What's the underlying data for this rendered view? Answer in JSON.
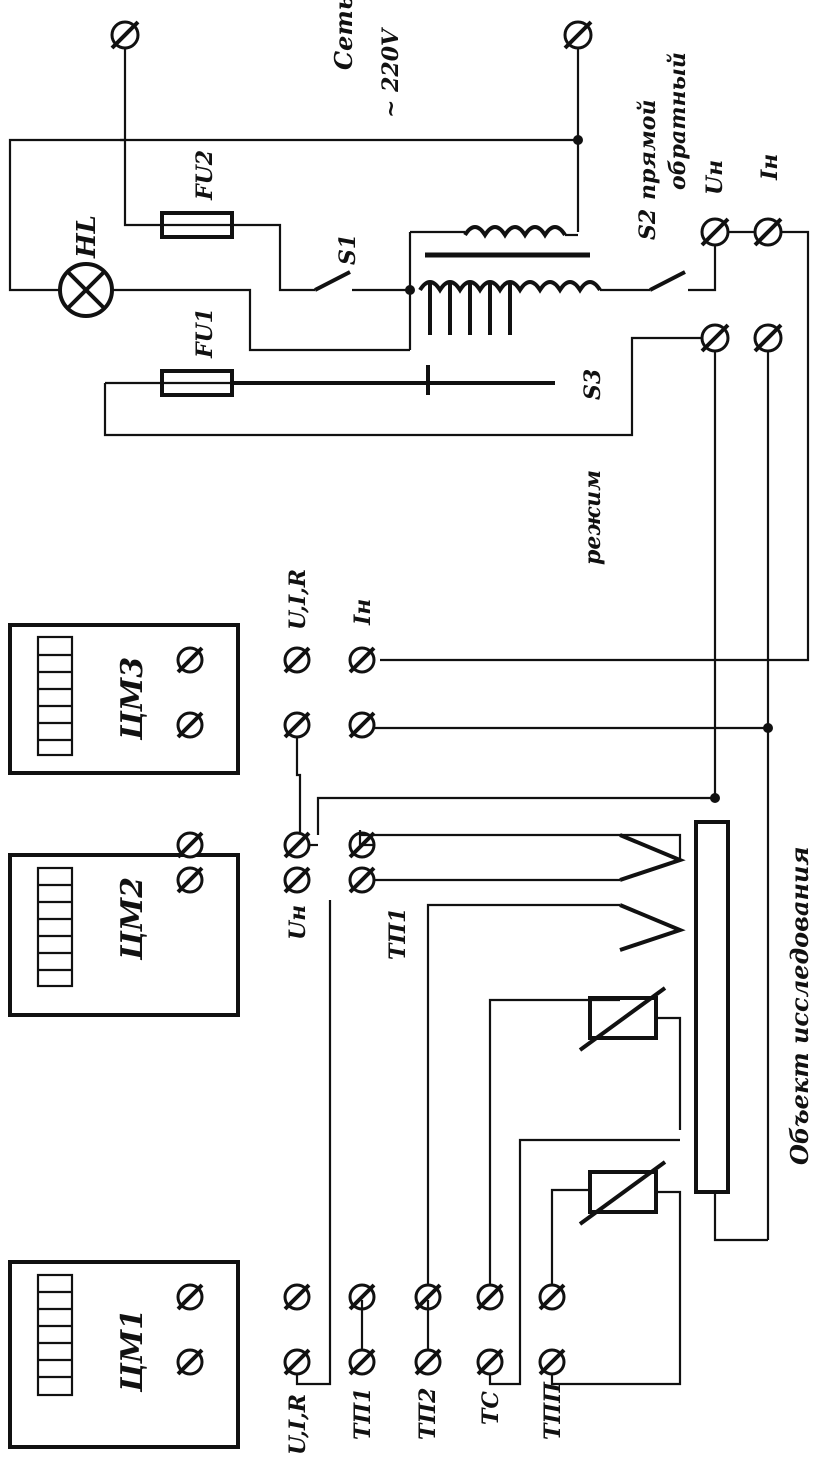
{
  "network": {
    "label_line1": "Сеть",
    "label_line2": "~ 220V"
  },
  "lamp": {
    "label": "HL"
  },
  "fuses": {
    "fu1": "FU1",
    "fu2": "FU2"
  },
  "switches": {
    "s1": "S1",
    "s2": "S2",
    "s2_pos1": "прямой",
    "s2_pos2": "обратный",
    "s3": "S3",
    "mode": "режим"
  },
  "outputs": {
    "un": "Uн",
    "in": "Iн"
  },
  "meters": {
    "cm1": {
      "name": "ЦМ1"
    },
    "cm2": {
      "name": "ЦМ2"
    },
    "cm3": {
      "name": "ЦМ3"
    }
  },
  "terminal_labels": {
    "cm1_uir": "U,I,R",
    "cm1_tp1": "ТП1",
    "cm1_tp2": "ТП2",
    "cm1_ts": "ТС",
    "cm1_tpp": "ТПП",
    "cm2_un": "Uн",
    "cm2_tp1": "ТП1",
    "cm3_uir": "U,I,R",
    "cm3_in": "Iн"
  },
  "object": {
    "label": "Объект исследования"
  }
}
